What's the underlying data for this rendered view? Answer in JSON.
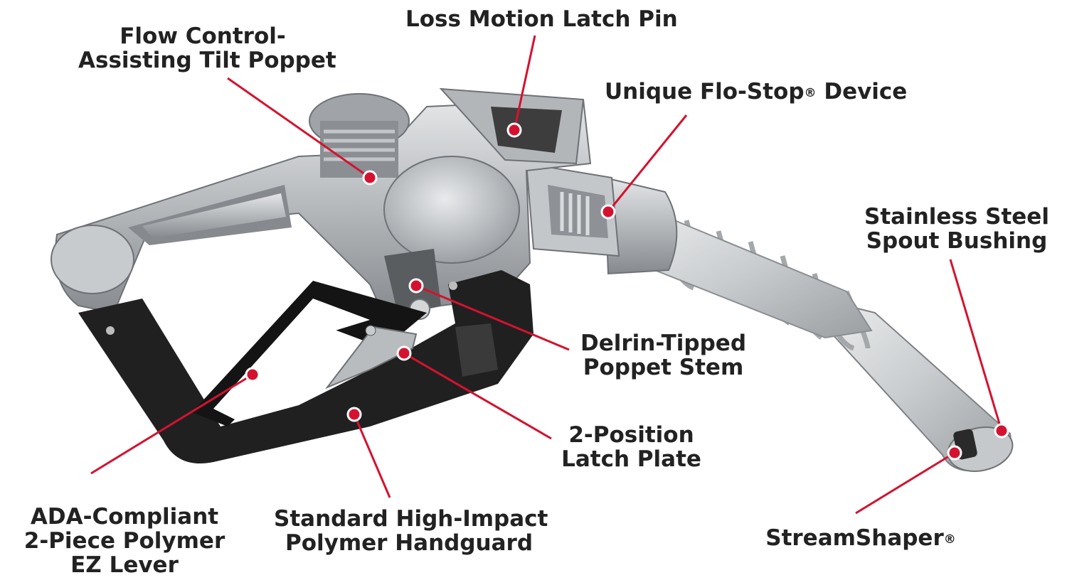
{
  "colors": {
    "leader": "#d4122f",
    "text": "#222222",
    "aluminum": "#b9bcbf",
    "aluminum_dark": "#7e8286",
    "handguard": "#1f1f1f",
    "steel": "#d7dadc"
  },
  "labels": {
    "flow_control": {
      "line1": "Flow Control-",
      "line2": "Assisting Tilt Poppet"
    },
    "loss_motion": {
      "line1": "Loss Motion Latch Pin"
    },
    "flo_stop": {
      "line1": "Unique Flo-Stop",
      "mark": "®",
      "line1_end": " Device"
    },
    "stainless": {
      "line1": "Stainless Steel",
      "line2": "Spout Bushing"
    },
    "delrin": {
      "line1": "Delrin-Tipped",
      "line2": "Poppet Stem"
    },
    "latch_plate": {
      "line1": "2-Position",
      "line2": "Latch Plate"
    },
    "ada": {
      "line1": "ADA-Compliant",
      "line2": "2-Piece Polymer",
      "line3": "EZ Lever"
    },
    "handguard": {
      "line1": "Standard High-Impact",
      "line2": "Polymer Handguard"
    },
    "streamshaper": {
      "line1": "StreamShaper",
      "mark": "®"
    }
  }
}
